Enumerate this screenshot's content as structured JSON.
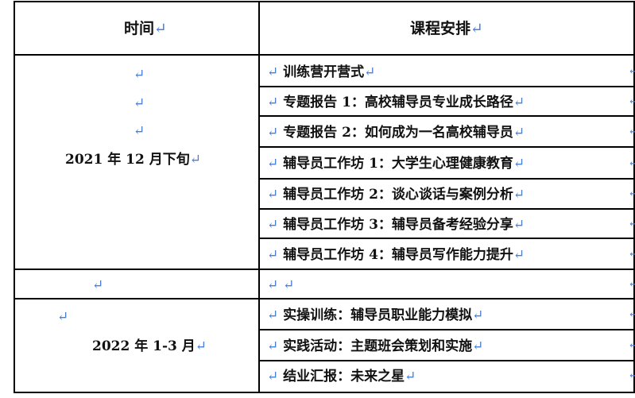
{
  "return_mark": "↵",
  "header": {
    "time_label": "时间",
    "schedule_label": "课程安排"
  },
  "block1": {
    "date": "2021 年 12 月下旬",
    "items": [
      "训练营开营式",
      "专题报告 1：高校辅导员专业成长路径",
      "专题报告 2：如何成为一名高校辅导员",
      "辅导员工作坊 1：大学生心理健康教育",
      "辅导员工作坊 2：谈心谈话与案例分析",
      "辅导员工作坊 3：辅导员备考经验分享",
      "辅导员工作坊 4：辅导员写作能力提升"
    ]
  },
  "block2": {
    "date": "2022 年 1-3 月",
    "items": [
      "实操训练：辅导员职业能力模拟",
      "实践活动：主题班会策划和实施",
      "结业汇报：未来之星"
    ]
  },
  "colors": {
    "border": "#000000",
    "paragraph_mark": "#4a7fd6"
  }
}
